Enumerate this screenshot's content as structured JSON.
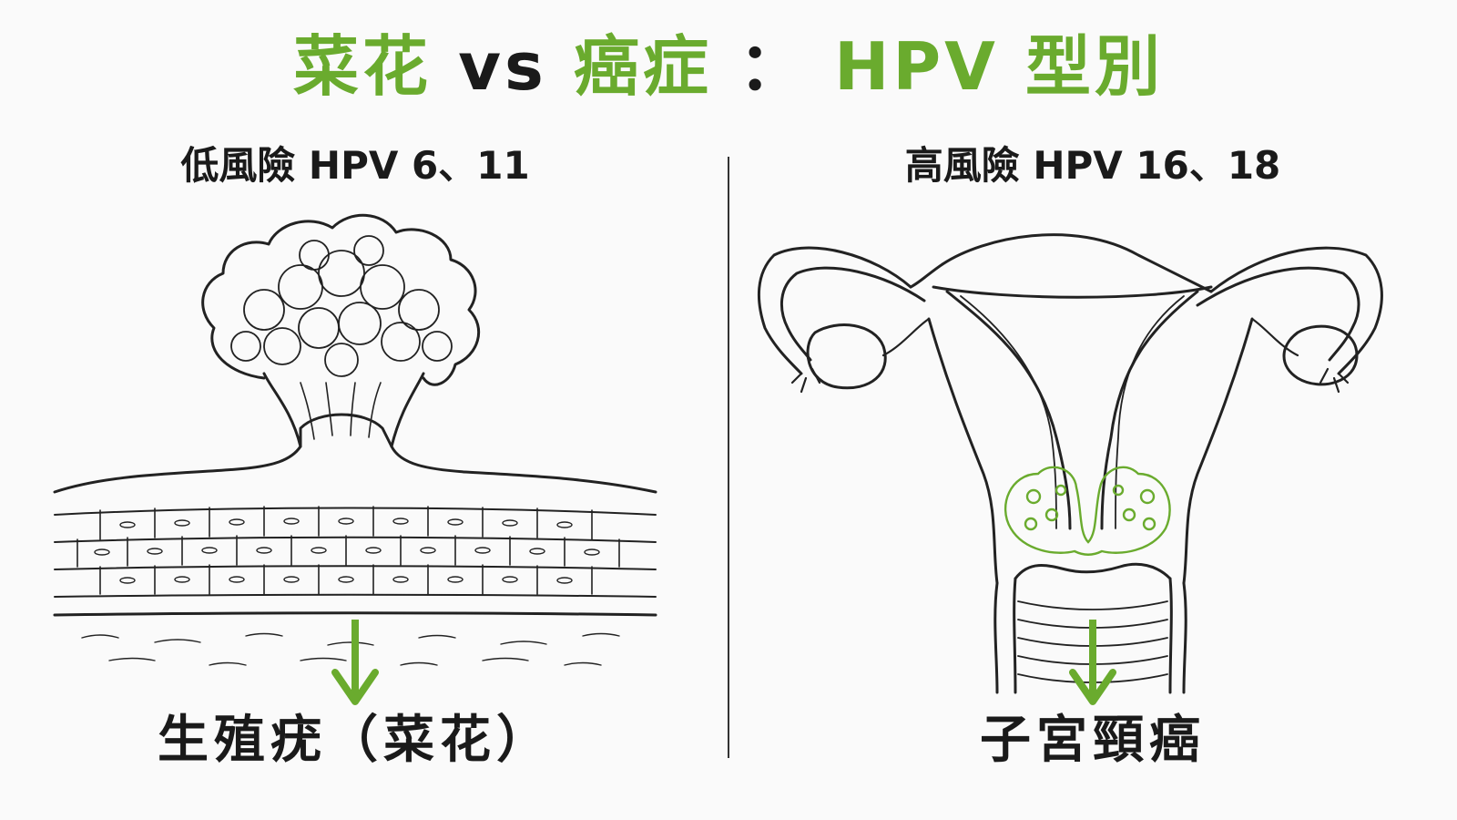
{
  "title": {
    "part1": "菜花",
    "part2": "vs",
    "part3": "癌症",
    "part4": "：",
    "part5": "HPV 型別"
  },
  "left": {
    "subtitle": "低風險 HPV 6、11",
    "result": "生殖疣（菜花）"
  },
  "right": {
    "subtitle": "高風險 HPV 16、18",
    "result": "子宮頸癌"
  },
  "colors": {
    "accent_green": "#6aab2e",
    "text_dark": "#1a1a1a",
    "line": "#222222"
  },
  "icons": {
    "left_illustration": "genital-wart-icon",
    "right_illustration": "uterus-cervix-icon",
    "arrow": "arrow-down-icon"
  }
}
